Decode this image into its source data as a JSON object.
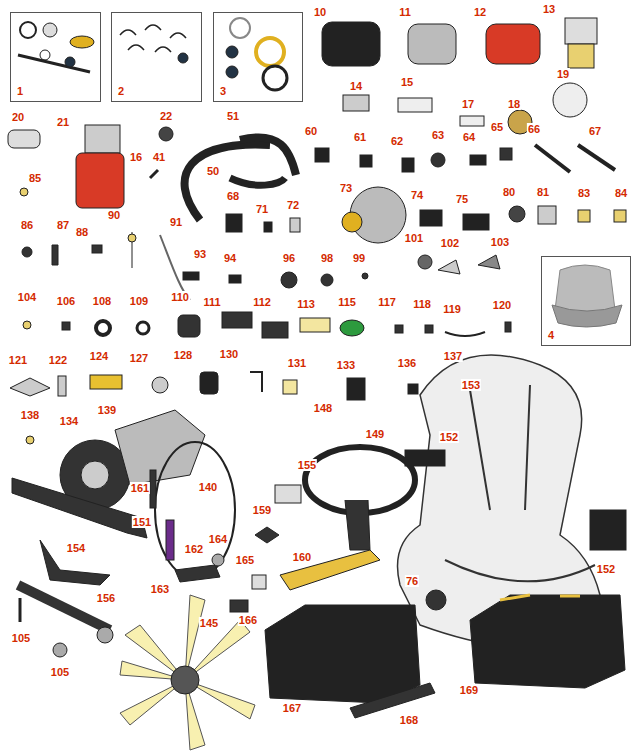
{
  "diagram": {
    "nodes": [
      {
        "text": [
          "1"
        ]
      },
      {
        "text": [
          "2"
        ]
      },
      {
        "text": [
          "3"
        ]
      },
      {
        "text": [
          "4"
        ]
      }
    ],
    "labels": [
      "10",
      "11",
      "12",
      "13",
      "14",
      "15",
      "17",
      "18",
      "19",
      "20",
      "21",
      "22",
      "51",
      "16",
      "41",
      "60",
      "61",
      "62",
      "63",
      "64",
      "65",
      "66",
      "67",
      "85",
      "50",
      "73",
      "74",
      "75",
      "80",
      "81",
      "83",
      "84",
      "68",
      "71",
      "72",
      "86",
      "87",
      "88",
      "90",
      "91",
      "101",
      "102",
      "103",
      "93",
      "94",
      "96",
      "98",
      "99",
      "104",
      "106",
      "108",
      "109",
      "110",
      "111",
      "112",
      "113",
      "115",
      "117",
      "118",
      "119",
      "120",
      "121",
      "122",
      "124",
      "127",
      "128",
      "130",
      "131",
      "133",
      "136",
      "137",
      "153",
      "138",
      "139",
      "134",
      "148",
      "149",
      "152",
      "155",
      "161",
      "140",
      "151",
      "159",
      "154",
      "162",
      "164",
      "165",
      "160",
      "152",
      "163",
      "156",
      "145",
      "166",
      "76",
      "105",
      "105",
      "167",
      "168",
      "169"
    ]
  }
}
